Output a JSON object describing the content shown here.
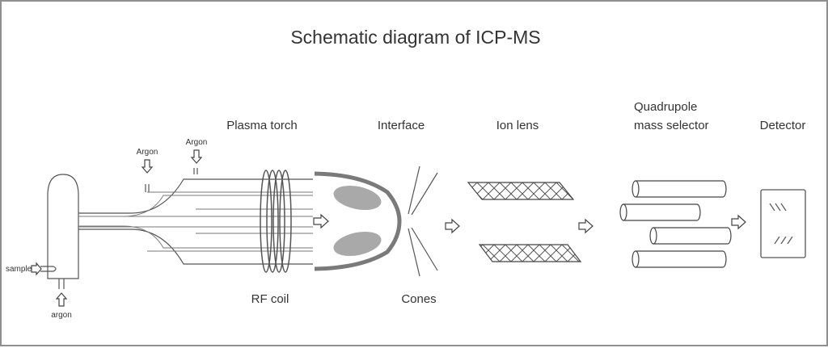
{
  "title": "Schematic diagram of ICP-MS",
  "labels": {
    "plasma_torch": "Plasma torch",
    "interface": "Interface",
    "ion_lens": "Ion lens",
    "quadrupole_line1": "Quadrupole",
    "quadrupole_line2": "mass selector",
    "detector": "Detector",
    "rf_coil": "RF coil",
    "cones": "Cones",
    "argon_1": "Argon",
    "argon_2": "Argon",
    "sample": "sample",
    "argon_inlet": "argon"
  }
}
